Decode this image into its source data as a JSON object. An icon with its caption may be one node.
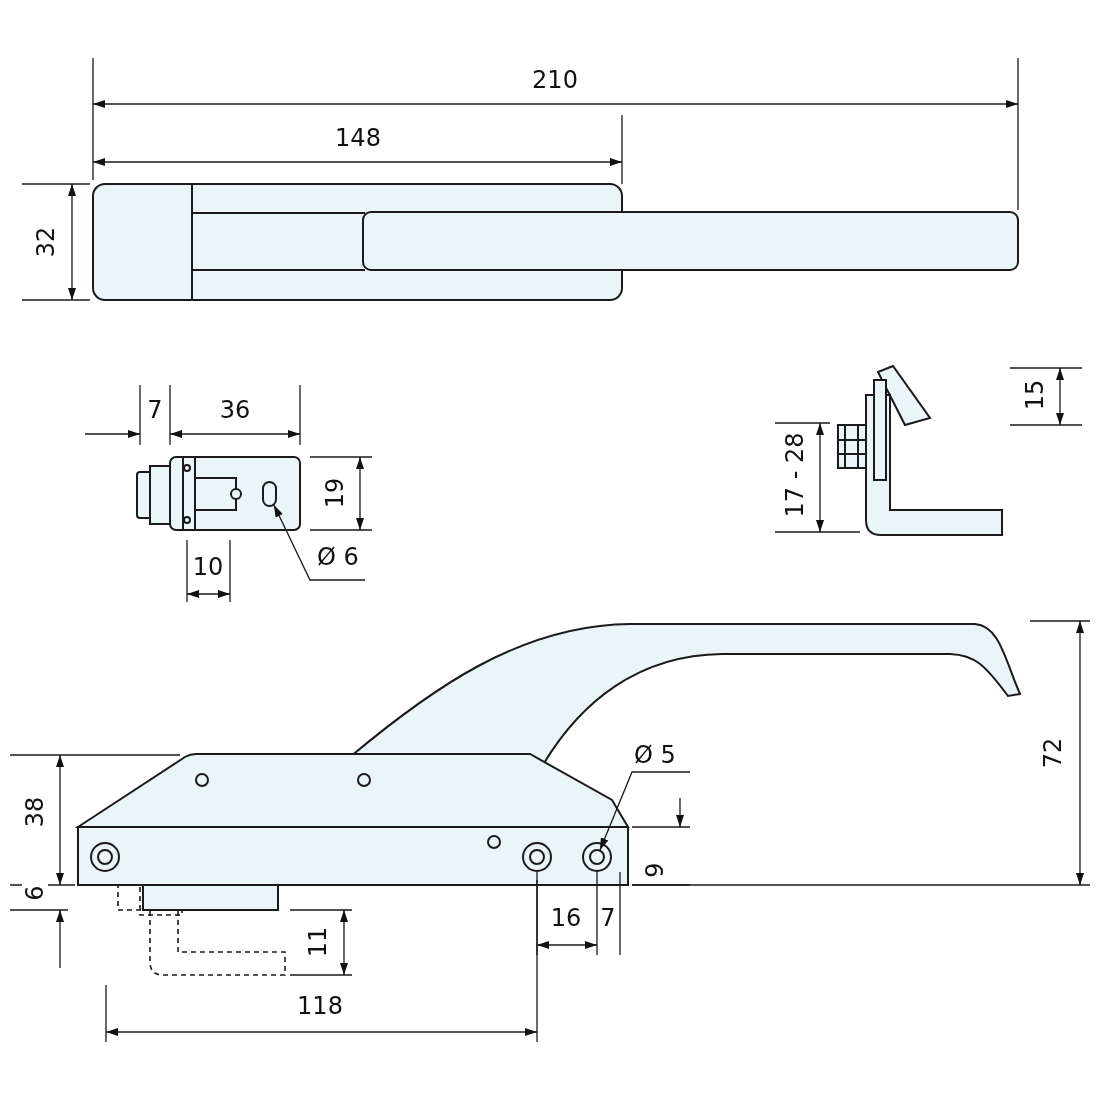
{
  "diagram": {
    "nodes": [
      {
        "text": [
          "Ø 6"
        ]
      },
      {
        "text": [
          "Ø 5"
        ]
      },
      {
        "text": [],
        "shape": "circle"
      },
      {
        "text": [],
        "shape": "circle"
      }
    ],
    "edges": [
      {
        "from": 0,
        "to": 2,
        "arrow": "to"
      },
      {
        "from": 1,
        "to": 3,
        "arrow": "to"
      }
    ],
    "labels": [
      "210",
      "148",
      "32",
      "7",
      "36",
      "15",
      "17 - 28",
      "19",
      "10",
      "72",
      "38",
      "9",
      "6",
      "16",
      "7",
      "11",
      "118"
    ]
  }
}
